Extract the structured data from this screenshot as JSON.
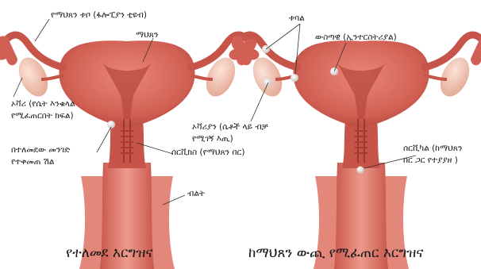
{
  "left": {
    "caption": "የተለመደ እርግዝና",
    "labels": {
      "fallopian_tube": "የማህጸን ቱቦ (ፋሎፒያን ቲዩብ)",
      "uterus": "ማህጸን",
      "ovary_line1": "ኦቫሪ (የሴት እንቁላል",
      "ovary_line2": "የሚፈጠርበት ክፍል)",
      "implanted_line1": "በተለመደው መንገድ",
      "implanted_line2": "የተቀመጠ ሽል",
      "cervix": "ሰርቪክስ (የማህጸን በር)",
      "vagina": "ብልት"
    }
  },
  "right": {
    "caption": "ከማህጸን ውጪ የሚፈጠር እርግዝና",
    "labels": {
      "tube": "ቱባል",
      "endometrium": "ውስጣዊ (ኢንተርስትሪያል)",
      "ovarian_line1": "ኦቫሪያን (ሴቶች ላይ ብቻ",
      "ovarian_line2": "የሚገኝ እጢ)",
      "cervical_line1": "ሰርቪካል (ከማህጸን",
      "cervical_line2": "በር ጋር የተያያዘ )"
    }
  },
  "colors": {
    "tissue": "#d9685c",
    "tissue_dark": "#b84a40",
    "tissue_light": "#f0a596",
    "ovary": "#f3c9b8",
    "embryo": "#e8e4e2"
  }
}
